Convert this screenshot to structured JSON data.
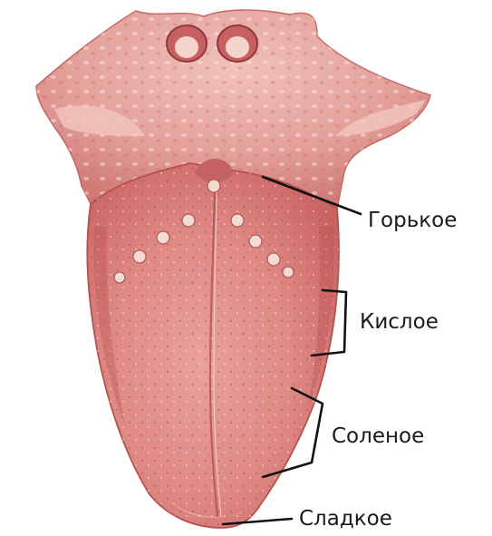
{
  "labels": {
    "bitter": "Горькое",
    "sour": "Кислое",
    "salty": "Соленое",
    "sweet": "Сладкое"
  },
  "colors": {
    "tongue_base": "#e08a86",
    "tongue_shadow": "#c4595a",
    "tongue_highlight": "#f6c9c2",
    "papillae": "#f2ddd5",
    "leader_line": "#111111",
    "label_text": "#1a1a1a"
  }
}
